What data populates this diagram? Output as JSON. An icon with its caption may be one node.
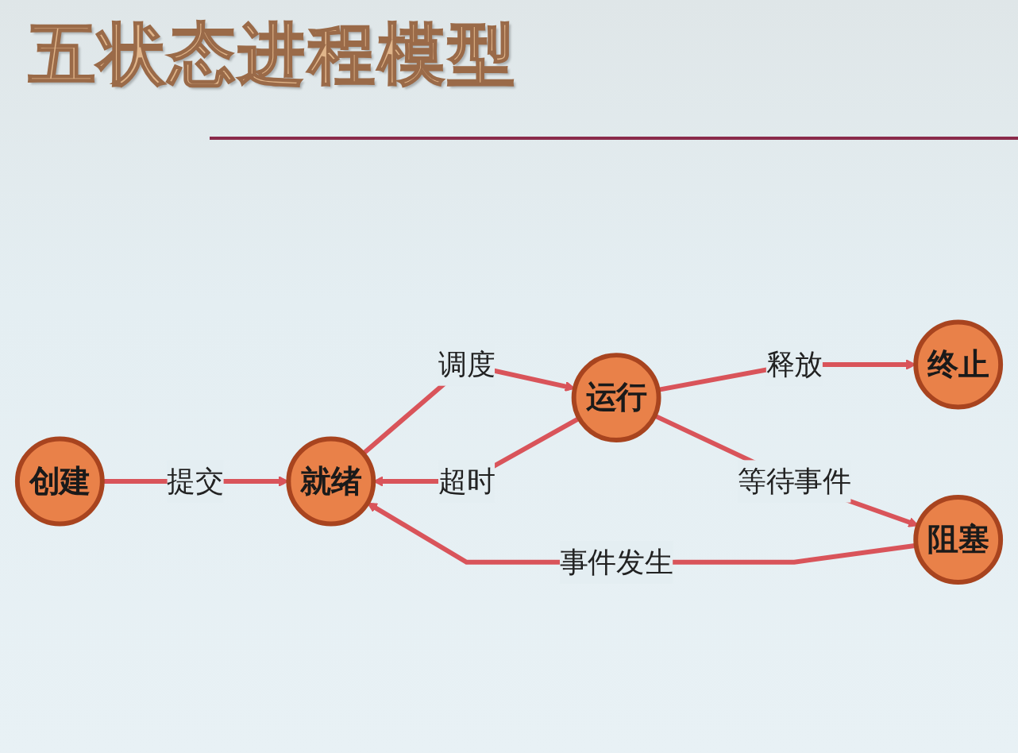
{
  "diagram": {
    "title": "五状态进程模型",
    "nodes": [
      {
        "text": [
          "创建"
        ]
      },
      {
        "text": [
          "就绪"
        ]
      },
      {
        "text": [
          "运行"
        ]
      },
      {
        "text": [
          "终止"
        ]
      },
      {
        "text": [
          "阻塞"
        ]
      }
    ],
    "edges": [
      {
        "from": 0,
        "to": 1,
        "arrow": "to",
        "label": "提交"
      },
      {
        "from": 1,
        "to": 2,
        "arrow": "to",
        "label": "调度"
      },
      {
        "from": 2,
        "to": 1,
        "arrow": "to",
        "label": "超时"
      },
      {
        "from": 2,
        "to": 3,
        "arrow": "to",
        "label": "释放"
      },
      {
        "from": 2,
        "to": 4,
        "arrow": "to",
        "label": "等待事件"
      },
      {
        "from": 4,
        "to": 1,
        "arrow": "to",
        "label": "事件发生"
      }
    ]
  }
}
